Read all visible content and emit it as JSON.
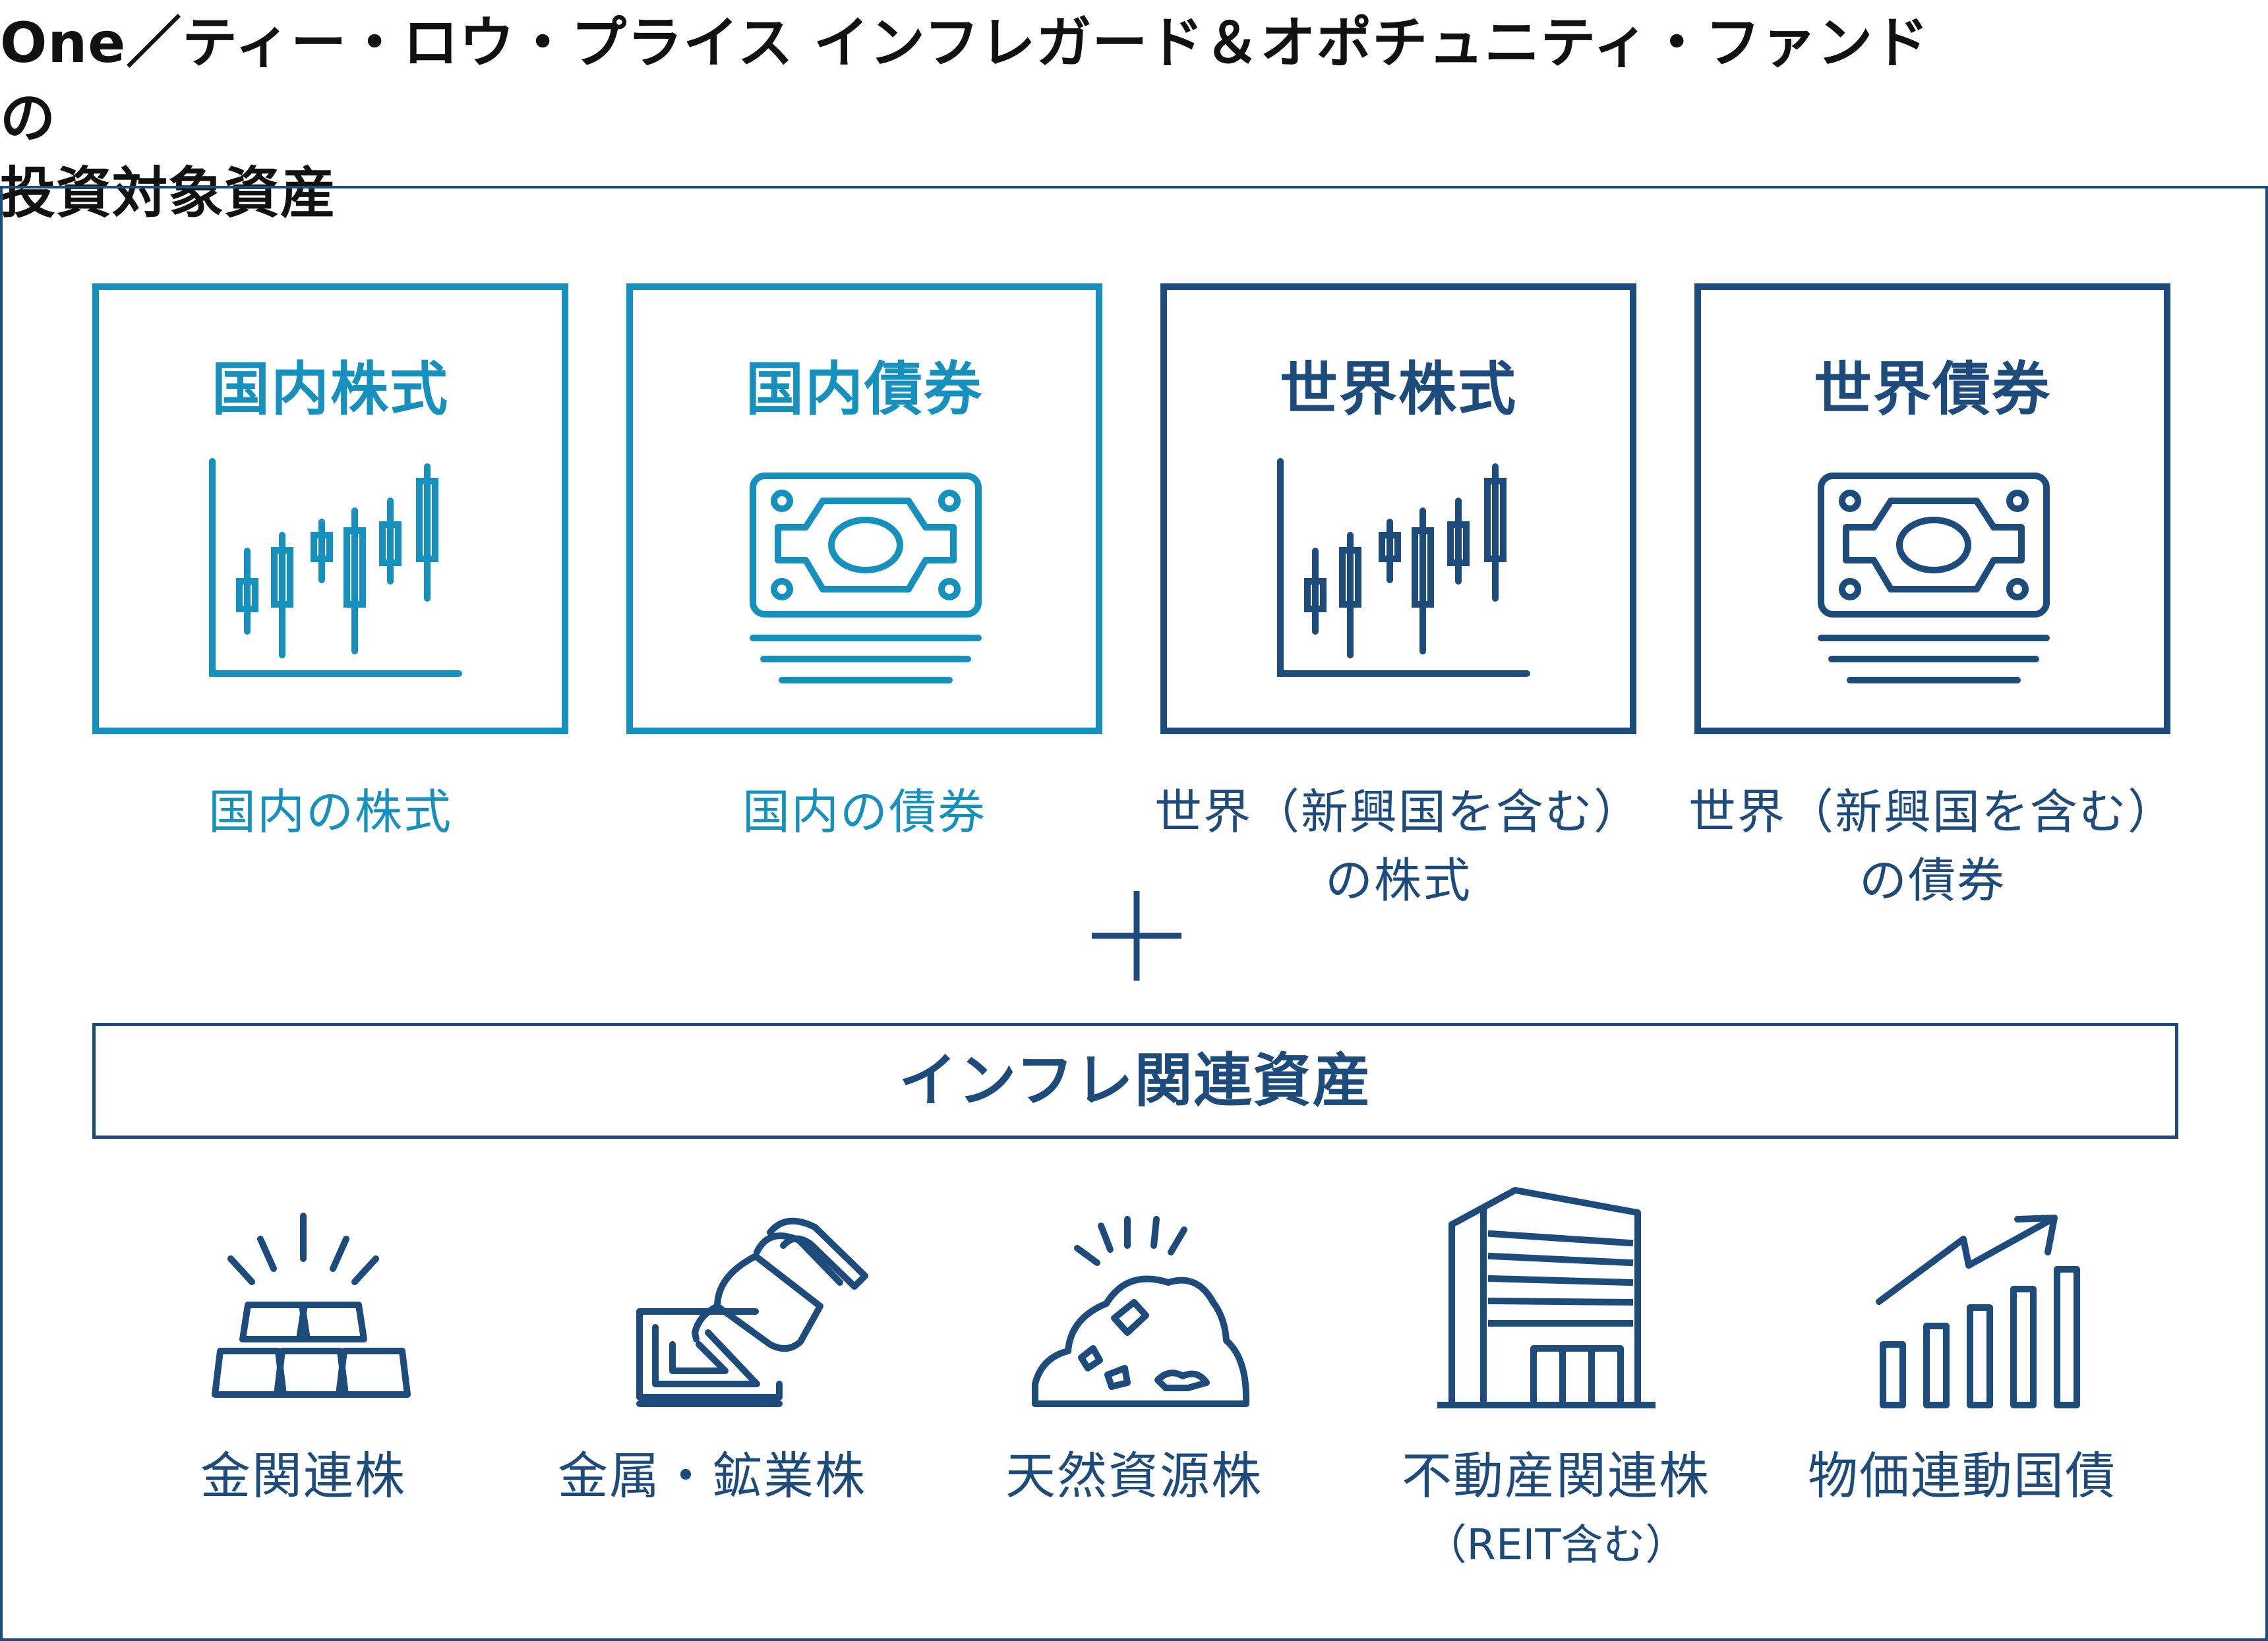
{
  "title": {
    "line1": "One／ティー・ロウ・プライス インフレガード＆オポチュニティ・ファンドの",
    "line2": "投資対象資産"
  },
  "colors": {
    "light": "#1691bd",
    "dark": "#1d4b7b",
    "text": "#111111"
  },
  "categories": [
    {
      "label": "国内株式",
      "icon": "candlestick-chart-icon",
      "tone": "light",
      "description": [
        "国内の株式"
      ]
    },
    {
      "label": "国内債券",
      "icon": "banknote-stack-icon",
      "tone": "light",
      "description": [
        "国内の債券"
      ]
    },
    {
      "label": "世界株式",
      "icon": "candlestick-chart-icon",
      "tone": "dark",
      "description": [
        "世界（新興国を含む）",
        "の株式"
      ]
    },
    {
      "label": "世界債券",
      "icon": "banknote-stack-icon",
      "tone": "dark",
      "description": [
        "世界（新興国を含む）",
        "の債券"
      ]
    }
  ],
  "banner": {
    "label": "インフレ関連資産"
  },
  "inflation_assets": [
    {
      "label": "金関連株",
      "note": "",
      "icon": "gold-bars-icon"
    },
    {
      "label": "金属・鉱業株",
      "note": "",
      "icon": "molten-metal-pouring-icon"
    },
    {
      "label": "天然資源株",
      "note": "",
      "icon": "ore-pile-icon"
    },
    {
      "label": "不動産関連株",
      "note": "（REIT含む）",
      "icon": "office-building-icon"
    },
    {
      "label": "物価連動国債",
      "note": "",
      "icon": "rising-bar-chart-icon"
    }
  ]
}
